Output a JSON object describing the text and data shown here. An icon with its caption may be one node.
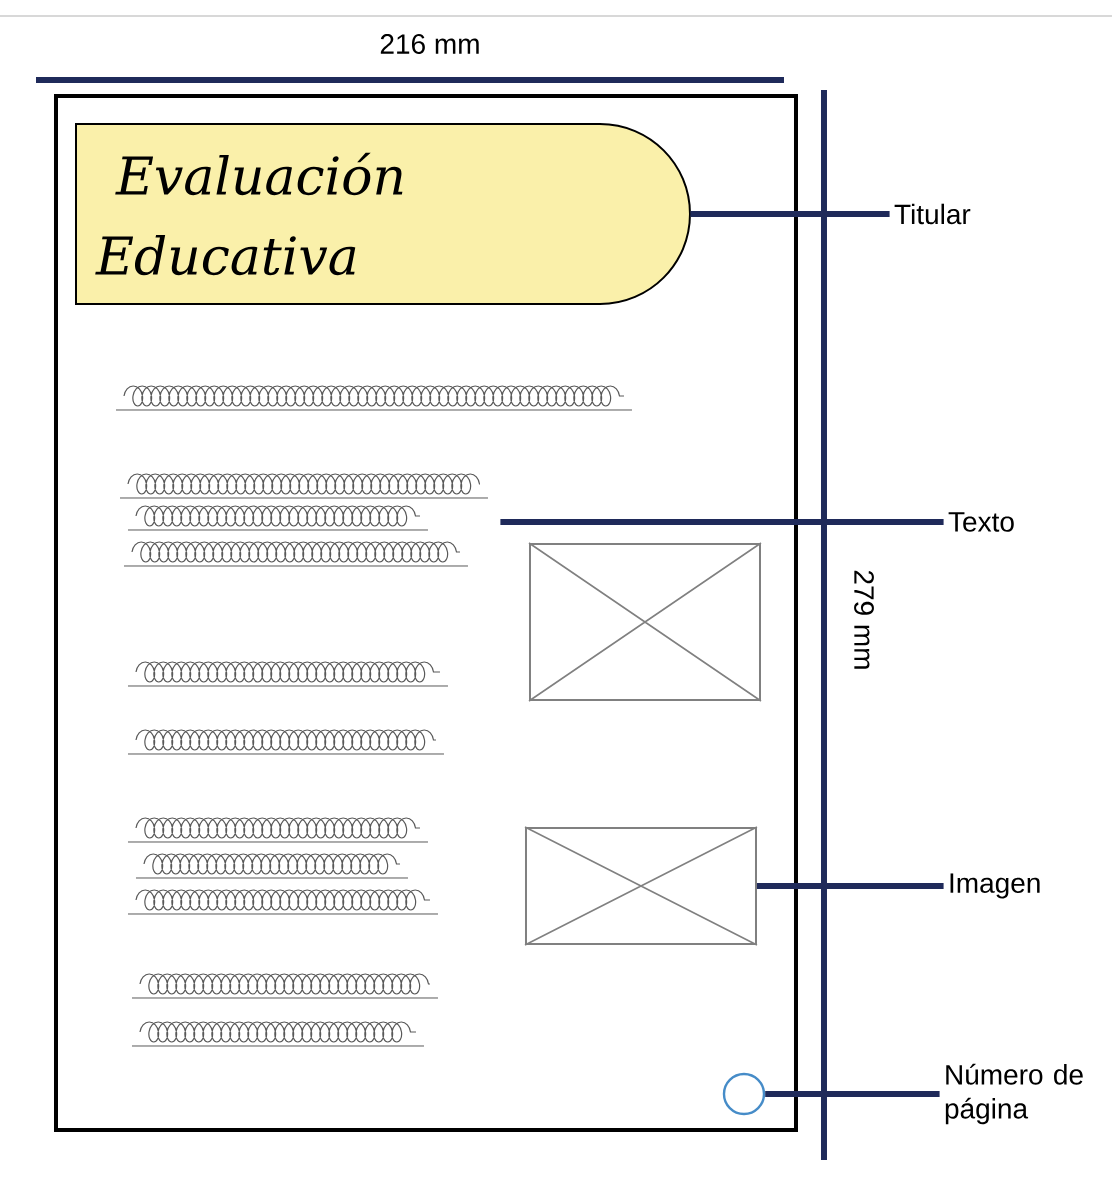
{
  "diagram": {
    "nodes": [
      {
        "text": [],
        "shape": "box"
      },
      {
        "text": [
          "Evaluación Educativa"
        ],
        "in": 0
      },
      {
        "text": [],
        "shape": "lines",
        "in": 0
      },
      {
        "text": [],
        "shape": "box",
        "in": 0
      },
      {
        "text": [],
        "shape": "box",
        "in": 0
      },
      {
        "text": [],
        "shape": "circle",
        "in": 0
      },
      {
        "text": [
          "Titular"
        ]
      },
      {
        "text": [
          "Texto"
        ]
      },
      {
        "text": [
          "Imagen"
        ]
      },
      {
        "text": [
          "Número de página"
        ]
      }
    ],
    "edges": [
      {
        "from": 6,
        "to": 1,
        "arrow": "none"
      },
      {
        "from": 7,
        "to": 2,
        "arrow": "none"
      },
      {
        "from": 8,
        "to": 4,
        "arrow": "none"
      },
      {
        "from": 9,
        "to": 5,
        "arrow": "none"
      }
    ],
    "labels": [
      "216 mm",
      "279 mm"
    ]
  }
}
